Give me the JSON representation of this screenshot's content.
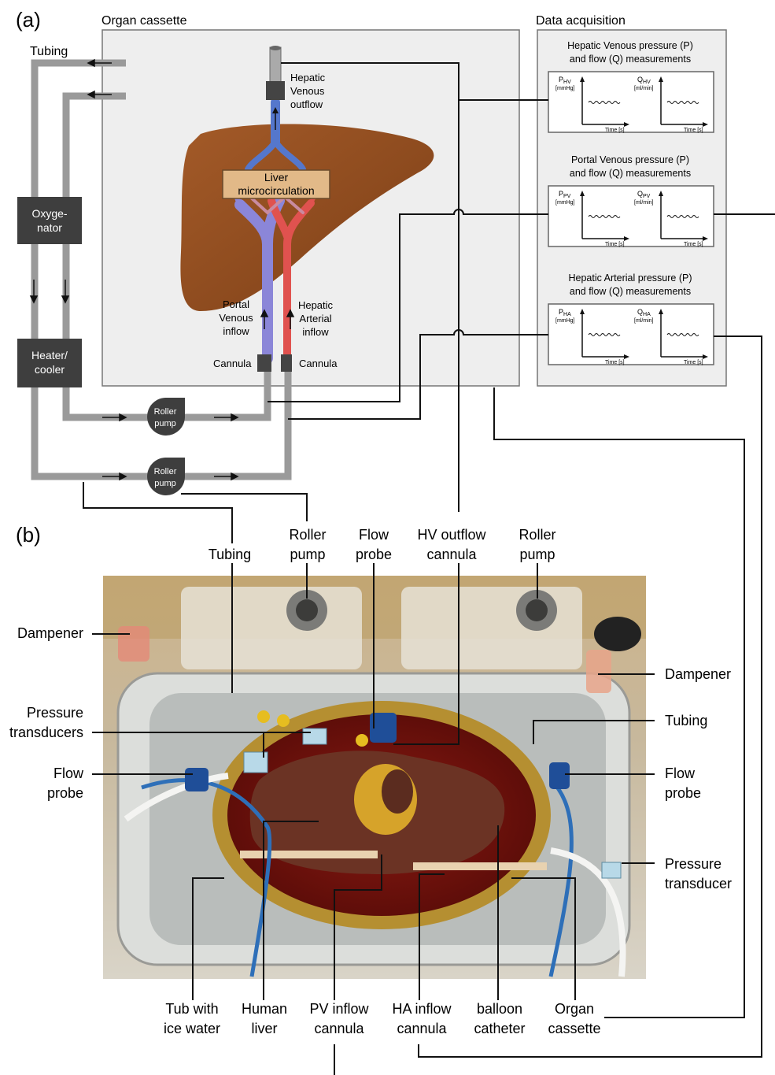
{
  "panel_a": {
    "label": "(a)",
    "organ_cassette_title": "Organ cassette",
    "data_acquisition_title": "Data acquisition",
    "tubing_label": "Tubing",
    "oxygenator": [
      "Oxyge-",
      "nator"
    ],
    "heater_cooler": [
      "Heater/",
      "cooler"
    ],
    "roller_pump_1": [
      "Roller",
      "pump"
    ],
    "roller_pump_2": [
      "Roller",
      "pump"
    ],
    "hepatic_venous_outflow": [
      "Hepatic",
      "Venous",
      "outflow"
    ],
    "liver_micro": [
      "Liver",
      "microcirculation"
    ],
    "portal_venous_inflow": [
      "Portal",
      "Venous",
      "inflow"
    ],
    "hepatic_arterial_inflow": [
      "Hepatic",
      "Arterial",
      "inflow"
    ],
    "cannula_left": "Cannula",
    "cannula_right": "Cannula",
    "panels": [
      {
        "title": [
          "Hepatic Venous pressure (P)",
          "and flow (Q) measurements"
        ],
        "p_sym": "P",
        "p_sub": "HV",
        "p_unit": "[mmHg]",
        "q_sym": "Q",
        "q_sub": "HV",
        "q_unit": "[ml/min]",
        "time": "Time [s]"
      },
      {
        "title": [
          "Portal Venous pressure (P)",
          "and flow (Q) measurements"
        ],
        "p_sym": "P",
        "p_sub": "PV",
        "p_unit": "[mmHg]",
        "q_sym": "Q",
        "q_sub": "PV",
        "q_unit": "[ml/min]",
        "time": "Time [s]"
      },
      {
        "title": [
          "Hepatic Arterial pressure (P)",
          "and flow (Q) measurements"
        ],
        "p_sym": "P",
        "p_sub": "HA",
        "p_unit": "[mmHg]",
        "q_sym": "Q",
        "q_sub": "HA",
        "q_unit": "[ml/min]",
        "time": "Time [s]"
      }
    ]
  },
  "panel_b": {
    "label": "(b)",
    "top_labels": [
      [
        "Tubing"
      ],
      [
        "Roller",
        "pump"
      ],
      [
        "Flow",
        "probe"
      ],
      [
        "HV outflow",
        "cannula"
      ],
      [
        "Roller",
        "pump"
      ]
    ],
    "left_labels": [
      [
        "Dampener"
      ],
      [
        "Pressure",
        "transducers"
      ],
      [
        "Flow",
        "probe"
      ]
    ],
    "right_labels": [
      [
        "Dampener"
      ],
      [
        "Tubing"
      ],
      [
        "Flow",
        "probe"
      ],
      [
        "Pressure",
        "transducer"
      ]
    ],
    "bottom_labels": [
      [
        "Tub with",
        "ice water"
      ],
      [
        "Human",
        "liver"
      ],
      [
        "PV inflow",
        "cannula"
      ],
      [
        "HA inflow",
        "cannula"
      ],
      [
        "balloon",
        "catheter"
      ],
      [
        "Organ",
        "cassette"
      ]
    ]
  },
  "colors": {
    "liver": "#9a5322",
    "portal": "#8b86d8",
    "arterial": "#e0524f",
    "venous": "#5577cc",
    "box_dark": "#3e3e3e",
    "tube": "#9a9a9a",
    "micro_box": "#e2b988"
  }
}
